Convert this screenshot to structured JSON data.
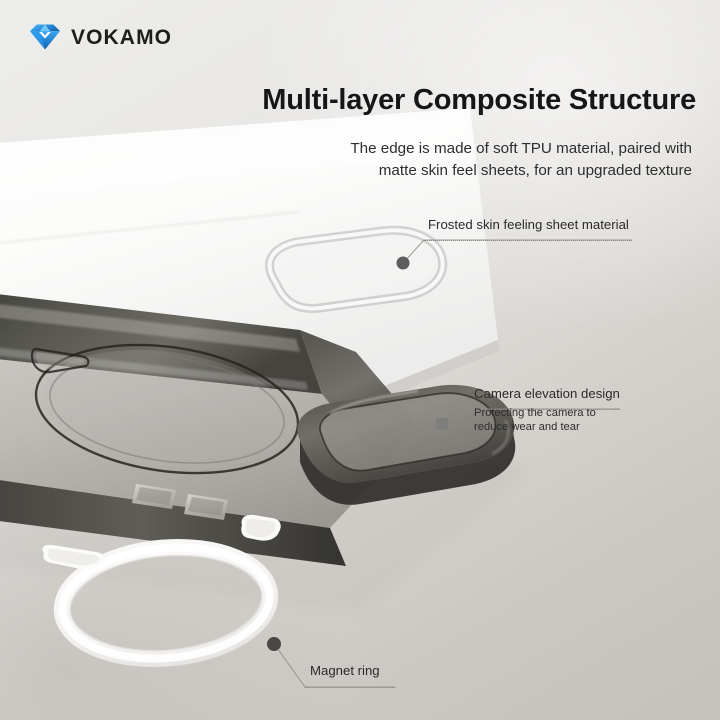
{
  "brand": {
    "name": "VOKAMO",
    "logo_icon": "diamond-gem-icon",
    "logo_color_light": "#2f9bea",
    "logo_color_dark": "#1463b5"
  },
  "header": {
    "headline": "Multi-layer Composite Structure",
    "subtitle_line1": "The edge is made of soft TPU material, paired with",
    "subtitle_line2": "matte skin feel sheets, for an upgraded texture"
  },
  "annotations": [
    {
      "id": "frosted",
      "title": "Frosted skin feeling sheet material",
      "sub_line1": "",
      "sub_line2": "",
      "marker_color": "#5d5d5d"
    },
    {
      "id": "camera",
      "title": "Camera elevation design",
      "sub_line1": "Protecting the camera to",
      "sub_line2": "reduce wear and tear",
      "marker_color": "#7e7e7c"
    },
    {
      "id": "magnet",
      "title": "Magnet ring",
      "sub_line1": "",
      "sub_line2": "",
      "marker_color": "#4a4744"
    }
  ],
  "product": {
    "type": "phone-case-exploded-view",
    "parts": [
      "frosted-skin-sheet",
      "tpu-case-body",
      "camera-cutout-frame",
      "magsafe-ring-outline",
      "magnet-ring",
      "side-buttons"
    ]
  },
  "theme": {
    "background_top_right": "#ededeb",
    "background_bottom_left": "#c5c1bc",
    "case_smoke": "#6e6b67",
    "case_rim_dark": "#3f3e3c",
    "sheet_white": "#fbfbfa",
    "text_primary": "#161616",
    "text_secondary": "#2e2e2e",
    "leader_line": "#8d8a86"
  }
}
